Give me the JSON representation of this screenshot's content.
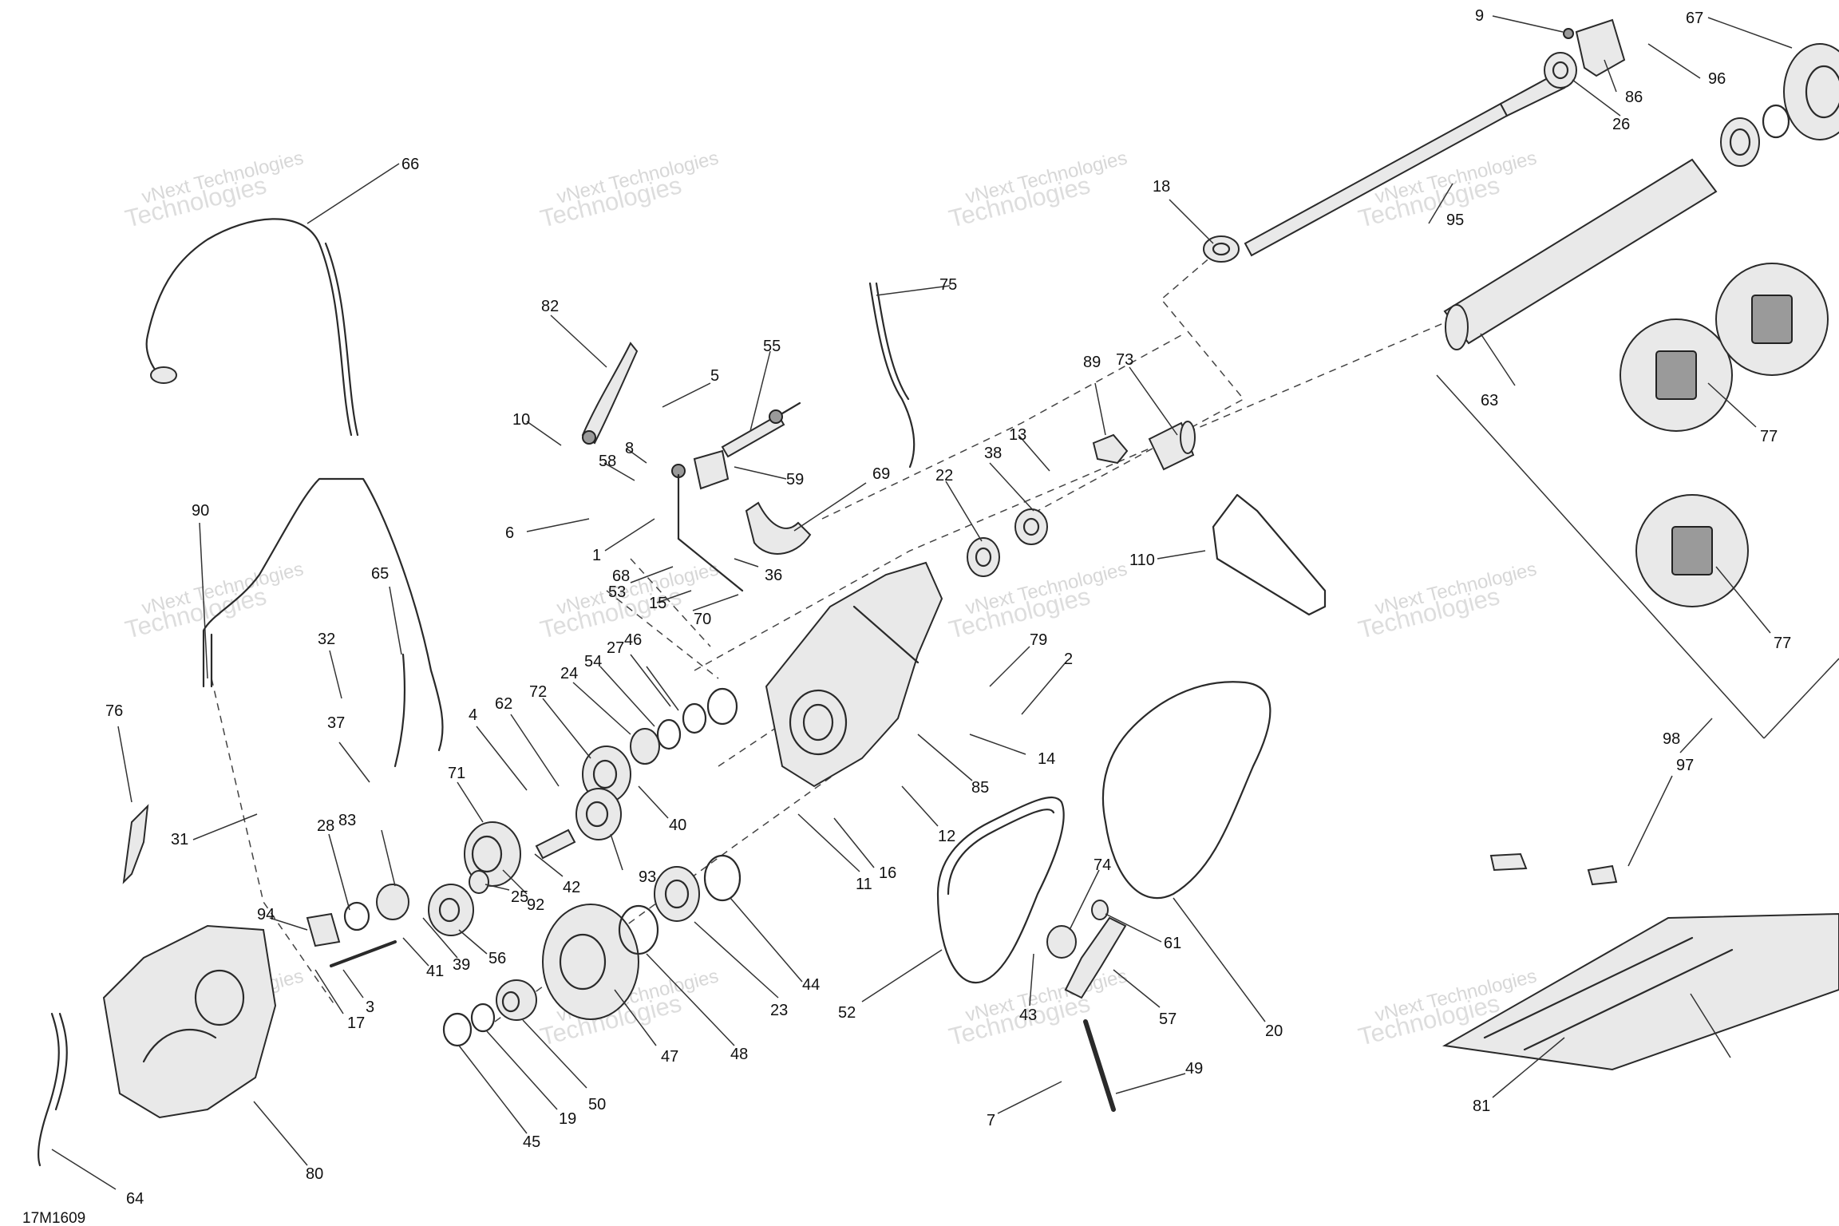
{
  "diagram": {
    "code": "17M1609",
    "watermark_line1": "vNext Technologies",
    "watermark_line2": "Technologies",
    "callouts": [
      {
        "id": "9",
        "label": "9"
      },
      {
        "id": "67",
        "label": "67"
      },
      {
        "id": "96",
        "label": "96"
      },
      {
        "id": "86",
        "label": "86"
      },
      {
        "id": "26",
        "label": "26"
      },
      {
        "id": "66",
        "label": "66"
      },
      {
        "id": "18",
        "label": "18"
      },
      {
        "id": "95",
        "label": "95"
      },
      {
        "id": "75",
        "label": "75"
      },
      {
        "id": "82",
        "label": "82"
      },
      {
        "id": "55",
        "label": "55"
      },
      {
        "id": "5",
        "label": "5"
      },
      {
        "id": "10",
        "label": "10"
      },
      {
        "id": "8",
        "label": "8"
      },
      {
        "id": "58",
        "label": "58"
      },
      {
        "id": "59",
        "label": "59"
      },
      {
        "id": "73",
        "label": "73"
      },
      {
        "id": "89",
        "label": "89"
      },
      {
        "id": "63",
        "label": "63"
      },
      {
        "id": "13",
        "label": "13"
      },
      {
        "id": "38",
        "label": "38"
      },
      {
        "id": "22",
        "label": "22"
      },
      {
        "id": "69",
        "label": "69"
      },
      {
        "id": "77a",
        "label": "77"
      },
      {
        "id": "6",
        "label": "6"
      },
      {
        "id": "1",
        "label": "1"
      },
      {
        "id": "36",
        "label": "36"
      },
      {
        "id": "90",
        "label": "90"
      },
      {
        "id": "68",
        "label": "68"
      },
      {
        "id": "53",
        "label": "53"
      },
      {
        "id": "15",
        "label": "15"
      },
      {
        "id": "70",
        "label": "70"
      },
      {
        "id": "110",
        "label": "110"
      },
      {
        "id": "77b",
        "label": "77"
      },
      {
        "id": "65",
        "label": "65"
      },
      {
        "id": "32",
        "label": "32"
      },
      {
        "id": "27",
        "label": "27"
      },
      {
        "id": "46",
        "label": "46"
      },
      {
        "id": "24",
        "label": "24"
      },
      {
        "id": "54",
        "label": "54"
      },
      {
        "id": "79",
        "label": "79"
      },
      {
        "id": "2",
        "label": "2"
      },
      {
        "id": "76",
        "label": "76"
      },
      {
        "id": "37",
        "label": "37"
      },
      {
        "id": "4",
        "label": "4"
      },
      {
        "id": "62",
        "label": "62"
      },
      {
        "id": "72",
        "label": "72"
      },
      {
        "id": "14",
        "label": "14"
      },
      {
        "id": "98",
        "label": "98"
      },
      {
        "id": "97",
        "label": "97"
      },
      {
        "id": "71",
        "label": "71"
      },
      {
        "id": "40",
        "label": "40"
      },
      {
        "id": "85",
        "label": "85"
      },
      {
        "id": "31",
        "label": "31"
      },
      {
        "id": "28",
        "label": "28"
      },
      {
        "id": "83",
        "label": "83"
      },
      {
        "id": "12",
        "label": "12"
      },
      {
        "id": "74",
        "label": "74"
      },
      {
        "id": "42",
        "label": "42"
      },
      {
        "id": "93",
        "label": "93"
      },
      {
        "id": "16",
        "label": "16"
      },
      {
        "id": "92",
        "label": "92"
      },
      {
        "id": "11",
        "label": "11"
      },
      {
        "id": "25",
        "label": "25"
      },
      {
        "id": "61",
        "label": "61"
      },
      {
        "id": "94",
        "label": "94"
      },
      {
        "id": "41",
        "label": "41"
      },
      {
        "id": "39",
        "label": "39"
      },
      {
        "id": "56",
        "label": "56"
      },
      {
        "id": "44",
        "label": "44"
      },
      {
        "id": "3",
        "label": "3"
      },
      {
        "id": "17",
        "label": "17"
      },
      {
        "id": "23",
        "label": "23"
      },
      {
        "id": "52",
        "label": "52"
      },
      {
        "id": "43",
        "label": "43"
      },
      {
        "id": "57",
        "label": "57"
      },
      {
        "id": "20",
        "label": "20"
      },
      {
        "id": "47",
        "label": "47"
      },
      {
        "id": "48",
        "label": "48"
      },
      {
        "id": "49",
        "label": "49"
      },
      {
        "id": "50",
        "label": "50"
      },
      {
        "id": "19",
        "label": "19"
      },
      {
        "id": "45",
        "label": "45"
      },
      {
        "id": "7",
        "label": "7"
      },
      {
        "id": "81",
        "label": "81"
      },
      {
        "id": "80",
        "label": "80"
      },
      {
        "id": "64",
        "label": "64"
      }
    ]
  }
}
